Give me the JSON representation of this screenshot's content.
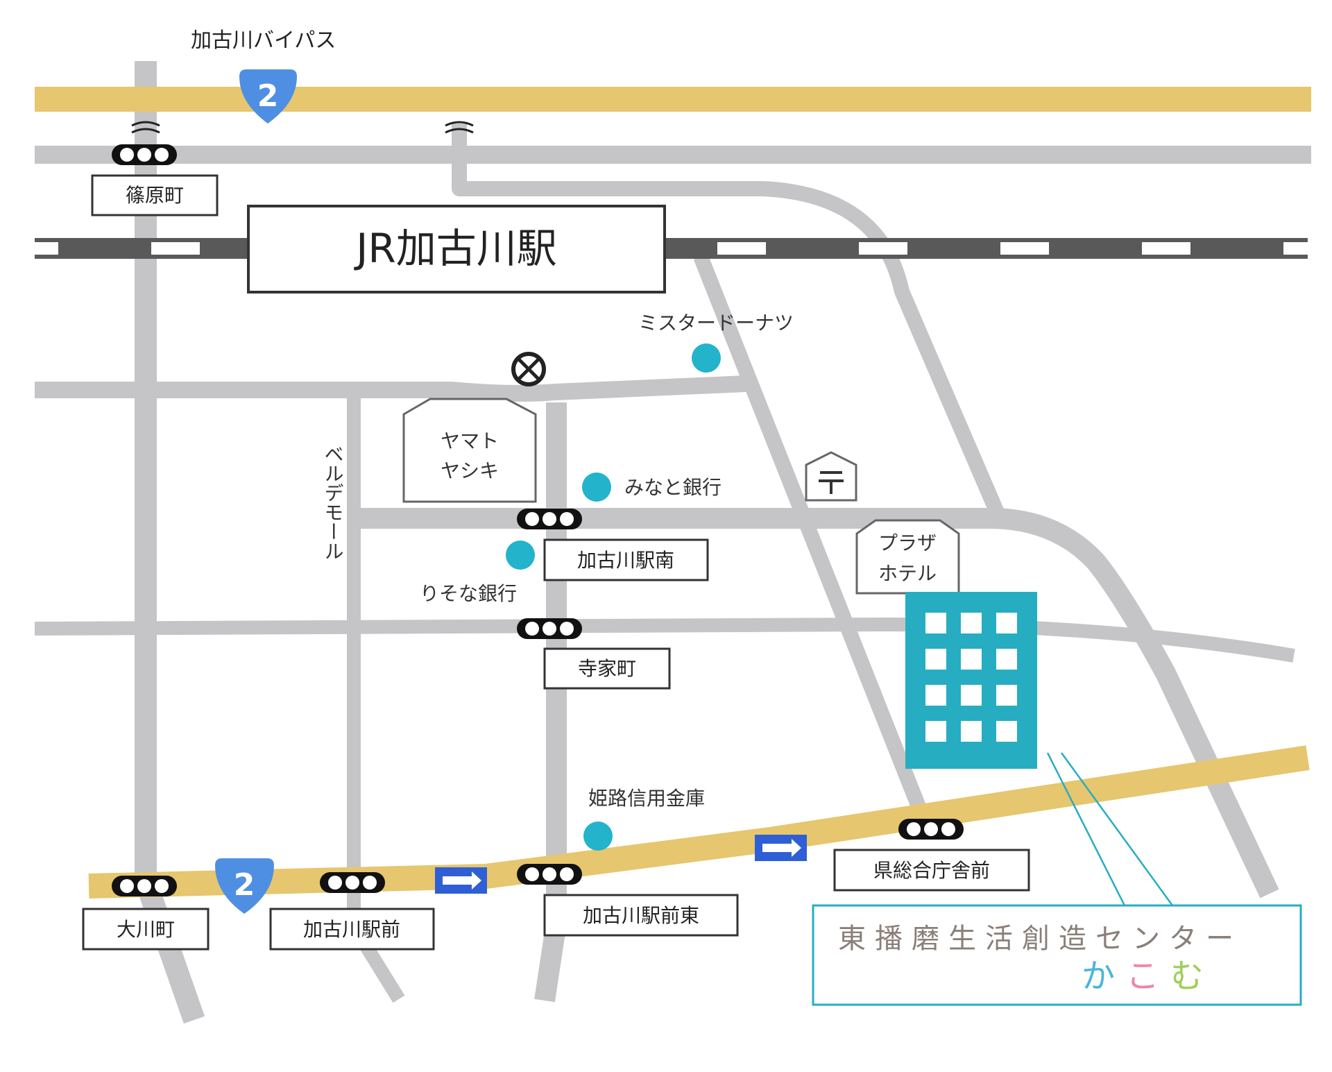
{
  "labels": {
    "bypass": "加古川バイパス",
    "station": "JR加古川駅",
    "mister_donut": "ミスタードーナツ",
    "yamato_yashiki_line1": "ヤマト",
    "yamato_yashiki_line2": "ヤシキ",
    "minato_bank": "みなと銀行",
    "resona_bank": "りそな銀行",
    "bellde_mall": "ベルデモール",
    "plaza_hotel_line1": "プラザ",
    "plaza_hotel_line2": "ホテル",
    "himeji_shinkin": "姫路信用金庫"
  },
  "intersections": {
    "shinoharacho": "篠原町",
    "kakogawa_station_south": "加古川駅南",
    "terakecho": "寺家町",
    "okawacho": "大川町",
    "kakogawa_ekimae": "加古川駅前",
    "kakogawa_ekimae_higashi": "加古川駅前東",
    "kensogo_chosha_mae": "県総合庁舎前"
  },
  "route_number": "2",
  "destination": {
    "name": "東播磨生活創造センター",
    "nickname": [
      "か",
      "こ",
      "む"
    ]
  },
  "colors": {
    "road": "#c5c5c7",
    "highway": "#e6c66e",
    "rail": "#595959",
    "route_shield": "#4f8fe3",
    "teal": "#26adc2",
    "poi_dot": "#23b3cb",
    "arrow_blue": "#2f5fd6",
    "kana_ka": "#4ab6d8",
    "kana_ko": "#ee86aa",
    "kana_mu": "#9fcf5a"
  }
}
